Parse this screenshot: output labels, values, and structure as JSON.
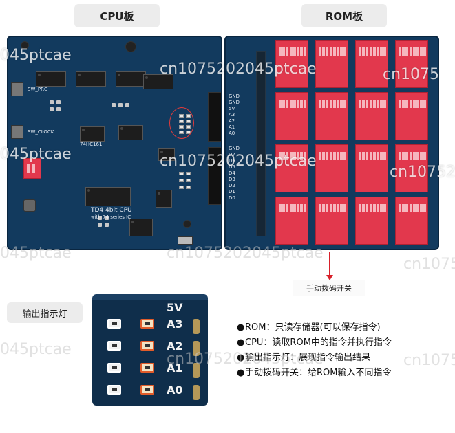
{
  "labels": {
    "cpu_board": "CPU板",
    "rom_board": "ROM板",
    "manual_switch": "手动拨码开关",
    "output_leds": "输出指示灯"
  },
  "bullets": [
    "ROM：只读存储器(可以保存指令)",
    "CPU：读取ROM中的指令并执行指令",
    "输出指示灯：展现指令输出结果",
    "手动拨码开关：给ROM输入不同指令"
  ],
  "bullet_marker": "●",
  "zoom": {
    "top_label": "5V",
    "pins": [
      "A3",
      "A2",
      "A1",
      "A0"
    ]
  },
  "silkscreen": {
    "cpu_title": "TD4 4bit CPU",
    "cpu_subtitle": "with 74 series IC",
    "sw_prog": "SW_PRG",
    "sw_clock": "SW_CLOCK",
    "output_pins": [
      "GND",
      "GND",
      "5V",
      "A3",
      "A2",
      "A1",
      "A0"
    ],
    "data_pins": [
      "GND",
      "D7",
      "D6",
      "D5",
      "D4",
      "D3",
      "D2",
      "D1",
      "D0"
    ],
    "chip_ref": "74HC161"
  },
  "watermarks": [
    "045ptcae",
    "cn1075202045ptcae",
    "cn1075",
    "045ptcae",
    "cn1075202045ptcae",
    "cn10752",
    "cn1075",
    "045ptcae",
    "cn1075202045ptcae",
    "cn10752",
    "045ptcae",
    "cn1075202045ptcae"
  ],
  "colors": {
    "pcb": "#123a5e",
    "dip_switch": "#e2384d",
    "arrow": "#d8202a"
  }
}
